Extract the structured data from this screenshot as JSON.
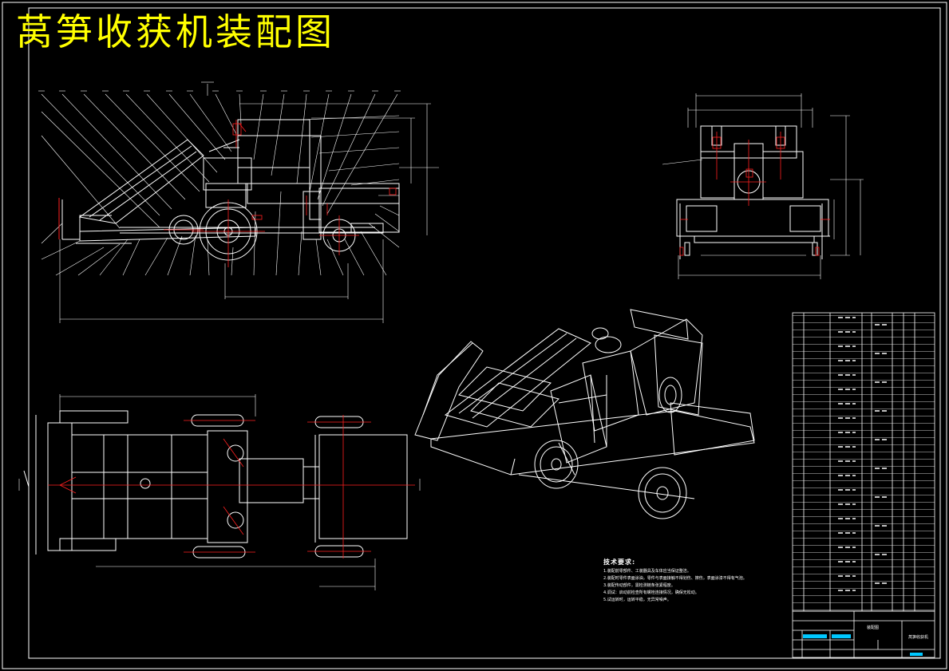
{
  "drawing": {
    "title": "莴笋收获机装配图",
    "colors": {
      "background": "#000000",
      "lines": "#ffffff",
      "title": "#ffff00",
      "centerlines": "#ff2020",
      "dimensions": "#ffffff",
      "stamp": "#00c8ff"
    }
  },
  "tech_requirements": {
    "heading": "技术要求:",
    "items": [
      "1.装配前零部件、工装器具及车体应当保证整洁。",
      "2.装配时零件表面涂油，零件与表面接触不得划伤、擦伤，表面涂漆不得有气泡。",
      "3.装配传动部件，需检测链条张紧程度。",
      "4.调试：启动前检查所有螺栓连接情况，确保无松动。",
      "5.试运转时，运转平稳，无异常噪声。"
    ]
  },
  "title_block": {
    "assembly_label": "装配图",
    "machine_label": "莴笋收获机"
  }
}
